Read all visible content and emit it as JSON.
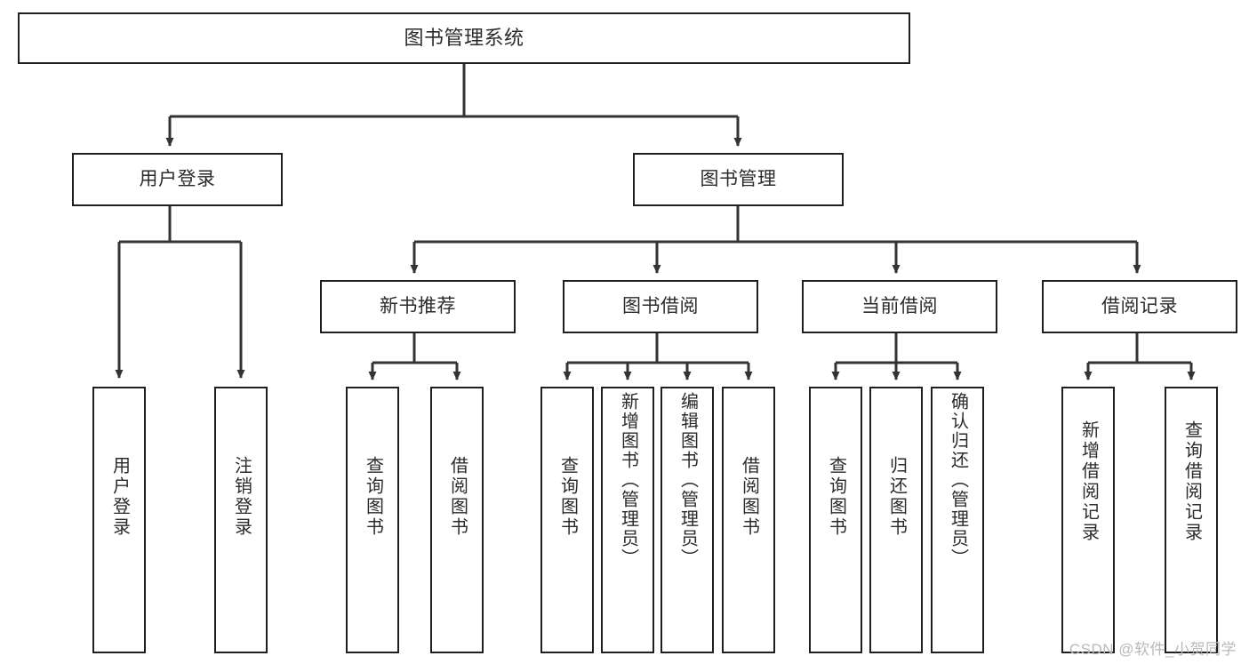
{
  "diagram": {
    "type": "hierarchy-tree",
    "title": "图书管理系统",
    "orientation": "top-down",
    "colors": {
      "stroke": "#1f1f1f",
      "fill": "#ffffff",
      "text": "#2b2b2b",
      "watermark": "#b9b9b9"
    },
    "root": {
      "label": "图书管理系统"
    },
    "level1": [
      {
        "label": "用户登录"
      },
      {
        "label": "图书管理"
      }
    ],
    "level2": [
      {
        "label": "新书推荐"
      },
      {
        "label": "图书借阅"
      },
      {
        "label": "当前借阅"
      },
      {
        "label": "借阅记录"
      }
    ],
    "leaves": {
      "user_login": [
        {
          "label": "用户登录"
        },
        {
          "label": "注销登录"
        }
      ],
      "new_book_recommend": [
        {
          "label": "查询图书"
        },
        {
          "label": "借阅图书"
        }
      ],
      "book_borrow": [
        {
          "label": "查询图书"
        },
        {
          "label": "新增图书（管理员）"
        },
        {
          "label": "编辑图书（管理员）"
        },
        {
          "label": "借阅图书"
        }
      ],
      "current_borrow": [
        {
          "label": "查询图书"
        },
        {
          "label": "归还图书"
        },
        {
          "label": "确认归还（管理员）"
        }
      ],
      "borrow_record": [
        {
          "label": "新增借阅记录"
        },
        {
          "label": "查询借阅记录"
        }
      ]
    }
  },
  "watermark": {
    "text": "CSDN @软件_小贺同学"
  }
}
